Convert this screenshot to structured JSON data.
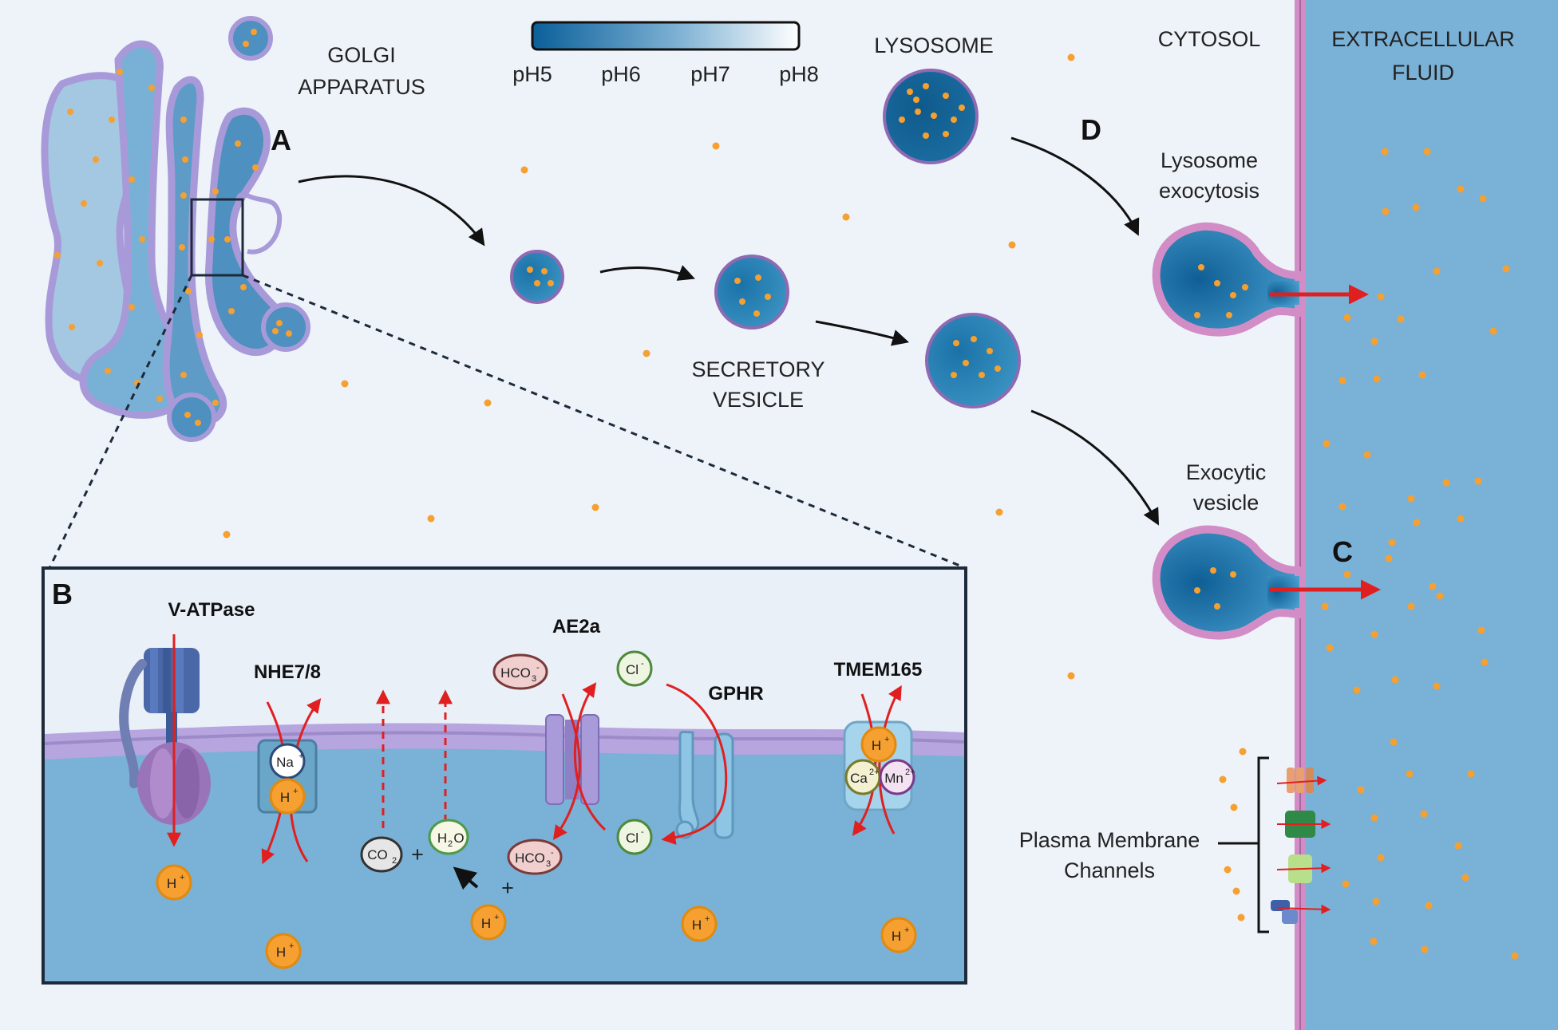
{
  "labels": {
    "golgi_line1": "GOLGI",
    "golgi_line2": "APPARATUS",
    "lysosome": "LYSOSOME",
    "cytosol": "CYTOSOL",
    "extracellular_line1": "EXTRACELLULAR",
    "extracellular_line2": "FLUID",
    "secretory_line1": "SECRETORY",
    "secretory_line2": "VESICLE",
    "lysosome_exo_line1": "Lysosome",
    "lysosome_exo_line2": "exocytosis",
    "exocytic_line1": "Exocytic",
    "exocytic_line2": "vesicle",
    "pm_channels_line1": "Plasma Membrane",
    "pm_channels_line2": "Channels"
  },
  "letters": {
    "a": "A",
    "b": "B",
    "c": "C",
    "d": "D"
  },
  "ph_scale": {
    "ticks": [
      "pH5",
      "pH6",
      "pH7",
      "pH8"
    ],
    "color_low": "#0a5f9a",
    "color_high": "#ffffff"
  },
  "inset": {
    "proteins": {
      "v_atpase": "V-ATPase",
      "nhe": "NHE7/8",
      "ae2a": "AE2a",
      "gphr": "GPHR",
      "tmem165": "TMEM165"
    },
    "ions": {
      "h": "H",
      "h_charge": "+",
      "na": "Na",
      "na_charge": "+",
      "hco3": "HCO",
      "hco3_sub": "3",
      "hco3_charge": "-",
      "cl": "Cl",
      "cl_charge": "-",
      "co2": "CO",
      "co2_sub": "2",
      "h2o_h": "H",
      "h2o_sub": "2",
      "h2o_o": "O",
      "ca": "Ca",
      "ca_charge": "2+",
      "mn": "Mn",
      "mn_charge": "2+",
      "plus": "+"
    }
  },
  "colors": {
    "background": "#eef3fa",
    "extracellular": "#7ab1d6",
    "membrane_pink": "#d28dc6",
    "golgi_fill": "#6fa8cc",
    "golgi_border": "#a89ad9",
    "cargo": "#f5a030",
    "arrow_red": "#e02020",
    "lumen": "#7ab1d6",
    "bilayer": "#b7a5e0"
  }
}
